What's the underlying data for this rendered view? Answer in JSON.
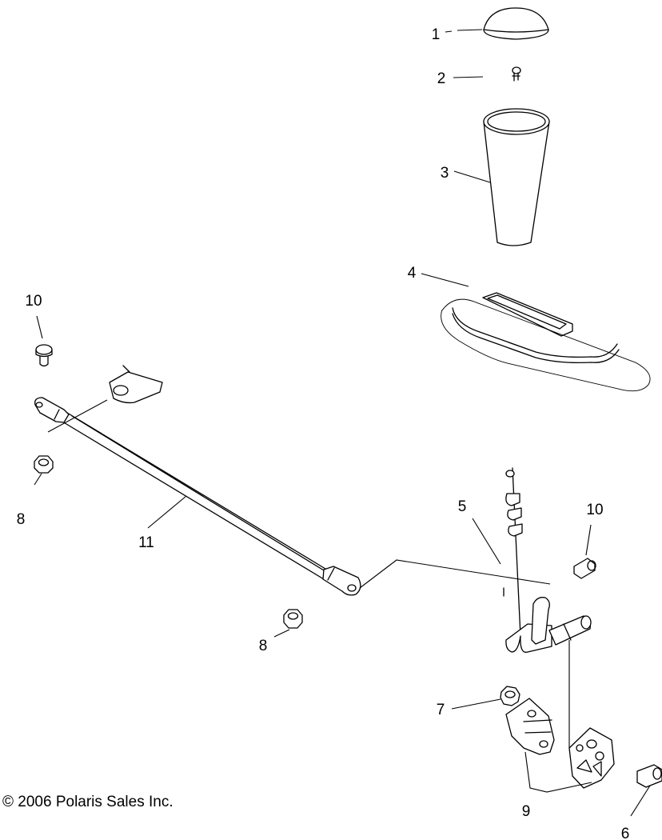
{
  "diagram": {
    "callouts": {
      "c1": "1",
      "c2": "2",
      "c3": "3",
      "c4": "4",
      "c5": "5",
      "c6": "6",
      "c7": "7",
      "c8a": "8",
      "c8b": "8",
      "c9": "9",
      "c10a": "10",
      "c10b": "10",
      "c11": "11"
    },
    "copyright": "© 2006 Polaris Sales Inc."
  }
}
